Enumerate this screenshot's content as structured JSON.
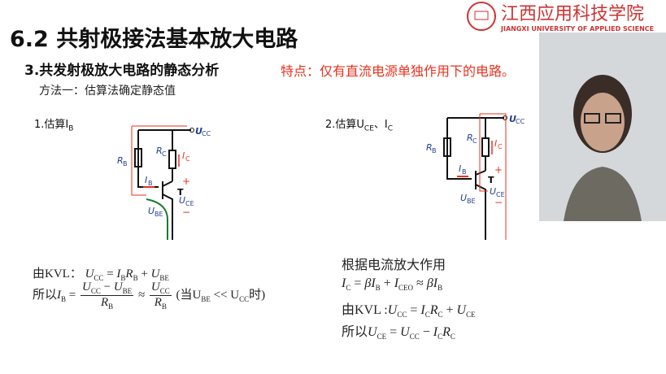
{
  "logo": {
    "cn": "江西应用科技学院",
    "en": "JIANGXI UNIVERSITY OF APPLIED SCIENCE"
  },
  "title": "6.2 共射极接法基本放大电路",
  "subtitle": "3.共发射极放大电路的静态分析",
  "feature": "特点：仅有直流电源单独作用下的电路。",
  "method": "方法一：估算法确定静态值",
  "step1": {
    "text": "1.估算I",
    "sub": "B"
  },
  "step2": {
    "text": "2.估算U",
    "sub": "CE",
    "text2": "、I",
    "sub2": "C"
  },
  "circuit": {
    "U": "U",
    "CC": "CC",
    "R": "R",
    "B": "B",
    "C": "C",
    "I": "I",
    "T": "T",
    "BE": "BE",
    "CE": "CE",
    "plus": "+",
    "minus": "−"
  },
  "left_formulas": {
    "kvl_prefix": "由KVL：",
    "kvl": "U",
    "so": "所以",
    "approx": "≈",
    "when": "(当U",
    "ll": " << U",
    "shi": "时)"
  },
  "right_formulas": {
    "line1": "根据电流放大作用",
    "line2_prefix": "由KVL :",
    "line3_prefix": "所以"
  },
  "colors": {
    "red": "#e8321e",
    "blue": "#1f3f8f",
    "green": "#1a7a2a"
  }
}
